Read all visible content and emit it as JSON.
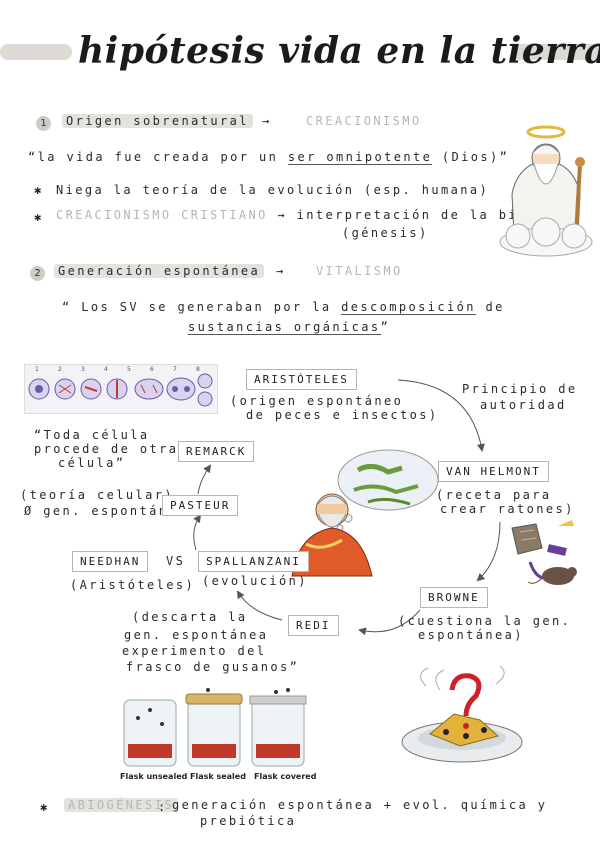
{
  "title": "hipótesis vida en la tierra",
  "section1": {
    "number": "1",
    "heading": "Origen sobrenatural",
    "arrow": "→",
    "concept": "CREACIONISMO",
    "quote_a": "“la vida fue creada por un",
    "quote_b": "ser omnipotente",
    "quote_c": "(Dios)”",
    "bullet1": "Niega la teoría de la evolución (esp. humana)",
    "bullet2_a": "CREACIONISMO CRISTIANO",
    "bullet2_b": "→ interpretación de la biblia",
    "bullet2_c": "(génesis)"
  },
  "section2": {
    "number": "2",
    "heading": "Generación espontánea",
    "arrow": "→",
    "concept": "VITALISMO",
    "quote_a": "“ Los SV se generaban por la",
    "quote_b": "descomposición",
    "quote_c": "de",
    "quote_d": "sustancias orgánicas",
    "quote_e": "”"
  },
  "diagram": {
    "aristoteles": "ARISTÓTELES",
    "aristoteles_note_1": "(origen espontáneo",
    "aristoteles_note_2": "de peces e insectos)",
    "principio_1": "Principio de",
    "principio_2": "autoridad",
    "van_helmont": "VAN HELMONT",
    "van_helmont_note_1": "(receta para",
    "van_helmont_note_2": "crear ratones)",
    "remarck": "REMARCK",
    "remarck_note_1": "“Toda célula",
    "remarck_note_2": "procede de otra",
    "remarck_note_3": "célula”",
    "pasteur": "PASTEUR",
    "pasteur_note_1": "(teoría celular)",
    "pasteur_note_2": "Ø gen. espontánea",
    "needhan": "NEEDHAN",
    "vs": "VS",
    "spallanzani": "SPALLANZANI",
    "needhan_note": "(Aristóteles)",
    "spallanzani_note": "(evolución)",
    "browne": "BROWNE",
    "browne_note_1": "(cuestiona la gen.",
    "browne_note_2": "espontánea)",
    "redi": "REDI",
    "redi_note_1": "(descarta la",
    "redi_note_2": "gen. espontánea",
    "redi_note_3": "experimento del",
    "redi_note_4": "frasco de gusanos”",
    "flask_labels": [
      "Flask unsealed",
      "Flask sealed",
      "Flask covered"
    ],
    "mitosis_numbers": [
      "1",
      "2",
      "3",
      "4",
      "5",
      "6",
      "7",
      "8"
    ]
  },
  "footer": {
    "term": "ABIOGÉNESIS",
    "colon": ":",
    "definition_1": "generación espontánea + evol. química y",
    "definition_2": "prebiótica"
  },
  "colors": {
    "highlight": "#dcdad2",
    "accent_grey": "#b9b6ae",
    "ink": "#222222"
  }
}
